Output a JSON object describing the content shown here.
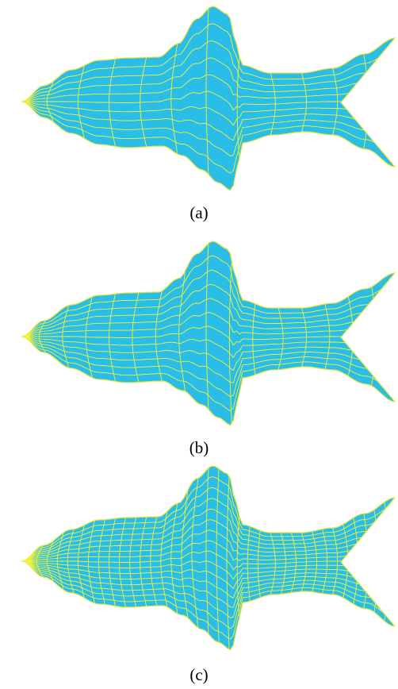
{
  "colors": {
    "fill": "#29bde8",
    "mesh": "#f2f23c",
    "outline": "#e6e63a"
  },
  "figures": [
    {
      "caption": "(a)",
      "mesh_u": 12,
      "mesh_v": 10
    },
    {
      "caption": "(b)",
      "mesh_u": 16,
      "mesh_v": 12
    },
    {
      "caption": "(c)",
      "mesh_u": 36,
      "mesh_v": 16
    }
  ]
}
